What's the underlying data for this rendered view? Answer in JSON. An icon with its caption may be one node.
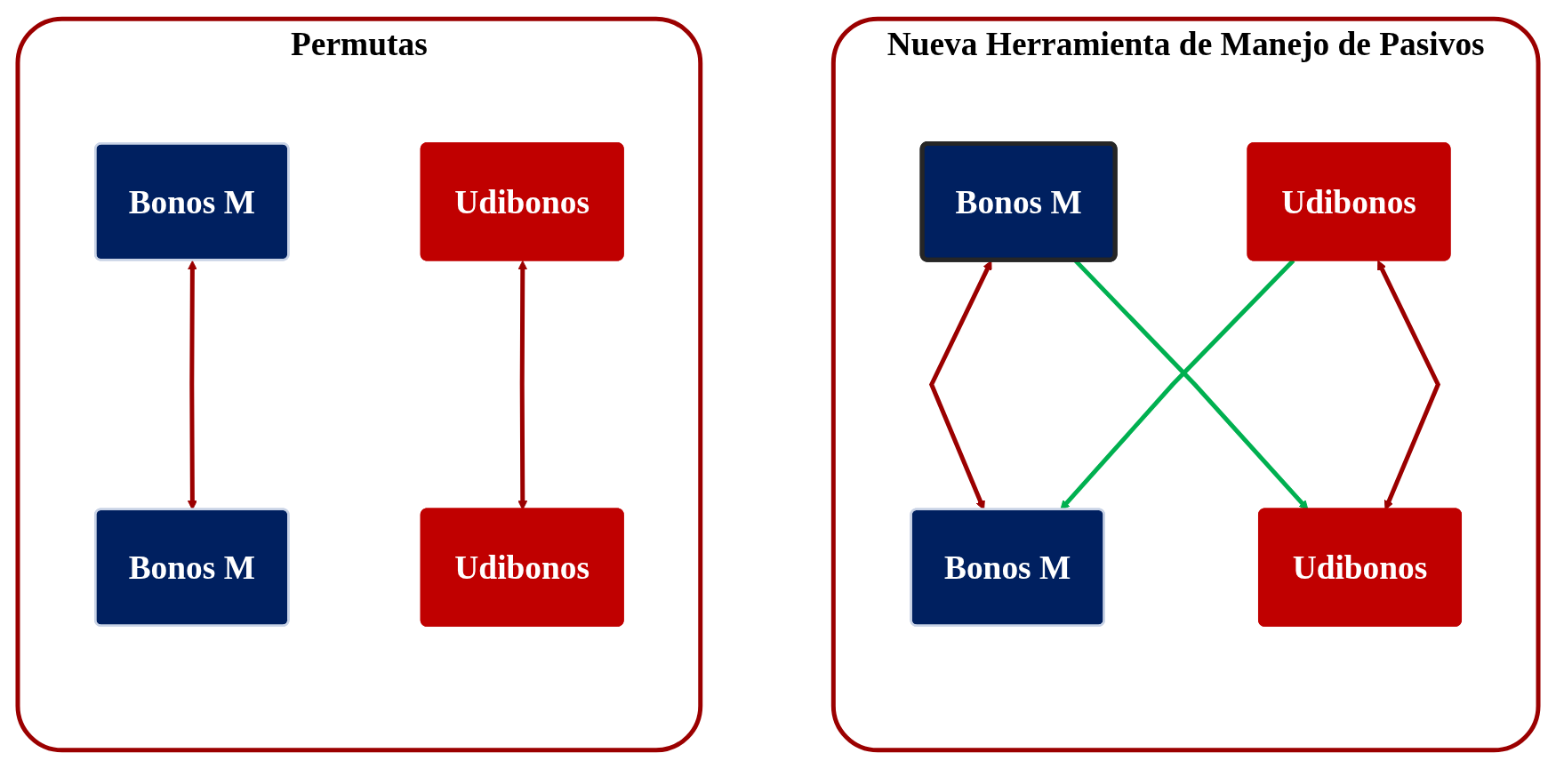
{
  "diagram": {
    "nodes": [
      {
        "text": [
          "Permutas"
        ]
      },
      {
        "text": [
          "Bonos M"
        ],
        "in": 0
      },
      {
        "text": [
          "Udibonos"
        ],
        "in": 0
      },
      {
        "text": [
          "Bonos M"
        ],
        "in": 0
      },
      {
        "text": [
          "Udibonos"
        ],
        "in": 0
      },
      {
        "text": [
          "Nueva Herramienta de Manejo de Pasivos"
        ]
      },
      {
        "text": [
          "Bonos M"
        ],
        "in": 5
      },
      {
        "text": [
          "Udibonos"
        ],
        "in": 5
      },
      {
        "text": [
          "Bonos M"
        ],
        "in": 5
      },
      {
        "text": [
          "Udibonos"
        ],
        "in": 5
      }
    ],
    "edges": [
      {
        "from": 1,
        "to": 3,
        "arrow": "both"
      },
      {
        "from": 2,
        "to": 4,
        "arrow": "both"
      },
      {
        "from": 6,
        "to": 8,
        "arrow": "both"
      },
      {
        "from": 6,
        "to": 9,
        "arrow": "to",
        "color": "#00b050"
      },
      {
        "from": 7,
        "to": 8,
        "arrow": "to",
        "color": "#00b050"
      },
      {
        "from": 7,
        "to": 9,
        "arrow": "both"
      }
    ]
  }
}
